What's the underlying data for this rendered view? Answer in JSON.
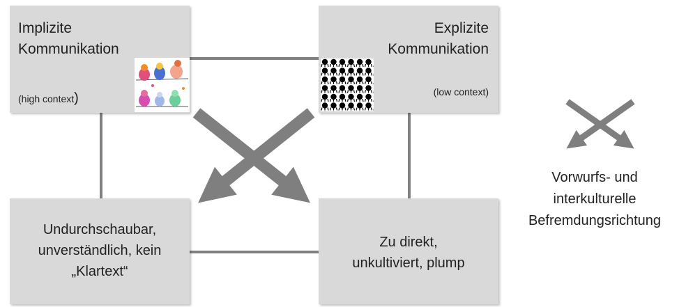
{
  "boxes": {
    "top_left": {
      "title_line1": "Implizite",
      "title_line2": "Kommunikation",
      "subtitle": "(high context",
      "subtitle_paren": ")"
    },
    "top_right": {
      "title_line1": "Explizite",
      "title_line2": "Kommunikation",
      "subtitle": "(low context)"
    },
    "bottom_left": {
      "line1": "Undurchschaubar,",
      "line2": "unverständlich, kein",
      "line3": "„Klartext“"
    },
    "bottom_right": {
      "line1": "Zu direkt,",
      "line2": "unkultiviert, plump"
    }
  },
  "side_label": {
    "line1": "Vorwurfs- und",
    "line2": "interkulturelle",
    "line3": "Befremdungsrichtung"
  },
  "colors": {
    "box_fill": "#d9d9d9",
    "connector": "#808080",
    "arrow": "#7f7f7f"
  },
  "icons": {
    "top_left_image": "birds-illustration",
    "top_right_image": "black-white-pattern"
  }
}
